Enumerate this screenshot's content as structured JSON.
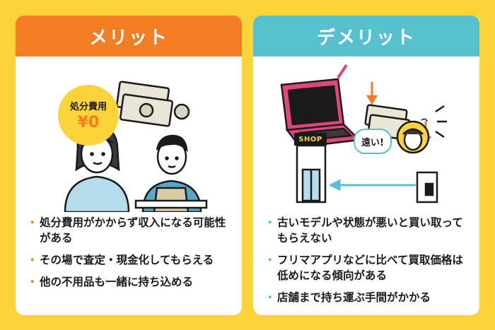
{
  "merit": {
    "title": "メリット",
    "badge_line1": "処分費用",
    "badge_line2": "¥0",
    "points": [
      "処分費用がかからず収入になる可能性がある",
      "その場で査定・現金化してもらえる",
      "他の不用品も一緒に持ち込める"
    ]
  },
  "demerit": {
    "title": "デメリット",
    "shop_sign": "SHOP",
    "bubble": "遠い!",
    "points": [
      "古いモデルや状態が悪いと買い取ってもらえない",
      "フリマアプリなどに比べて買取価格は低めになる傾向がある",
      "店舗まで持ち運ぶ手間がかかる"
    ]
  },
  "colors": {
    "background": "#fcd43a",
    "merit_accent": "#f27d23",
    "demerit_accent": "#56c0cf",
    "outline": "#1a1a1a"
  }
}
